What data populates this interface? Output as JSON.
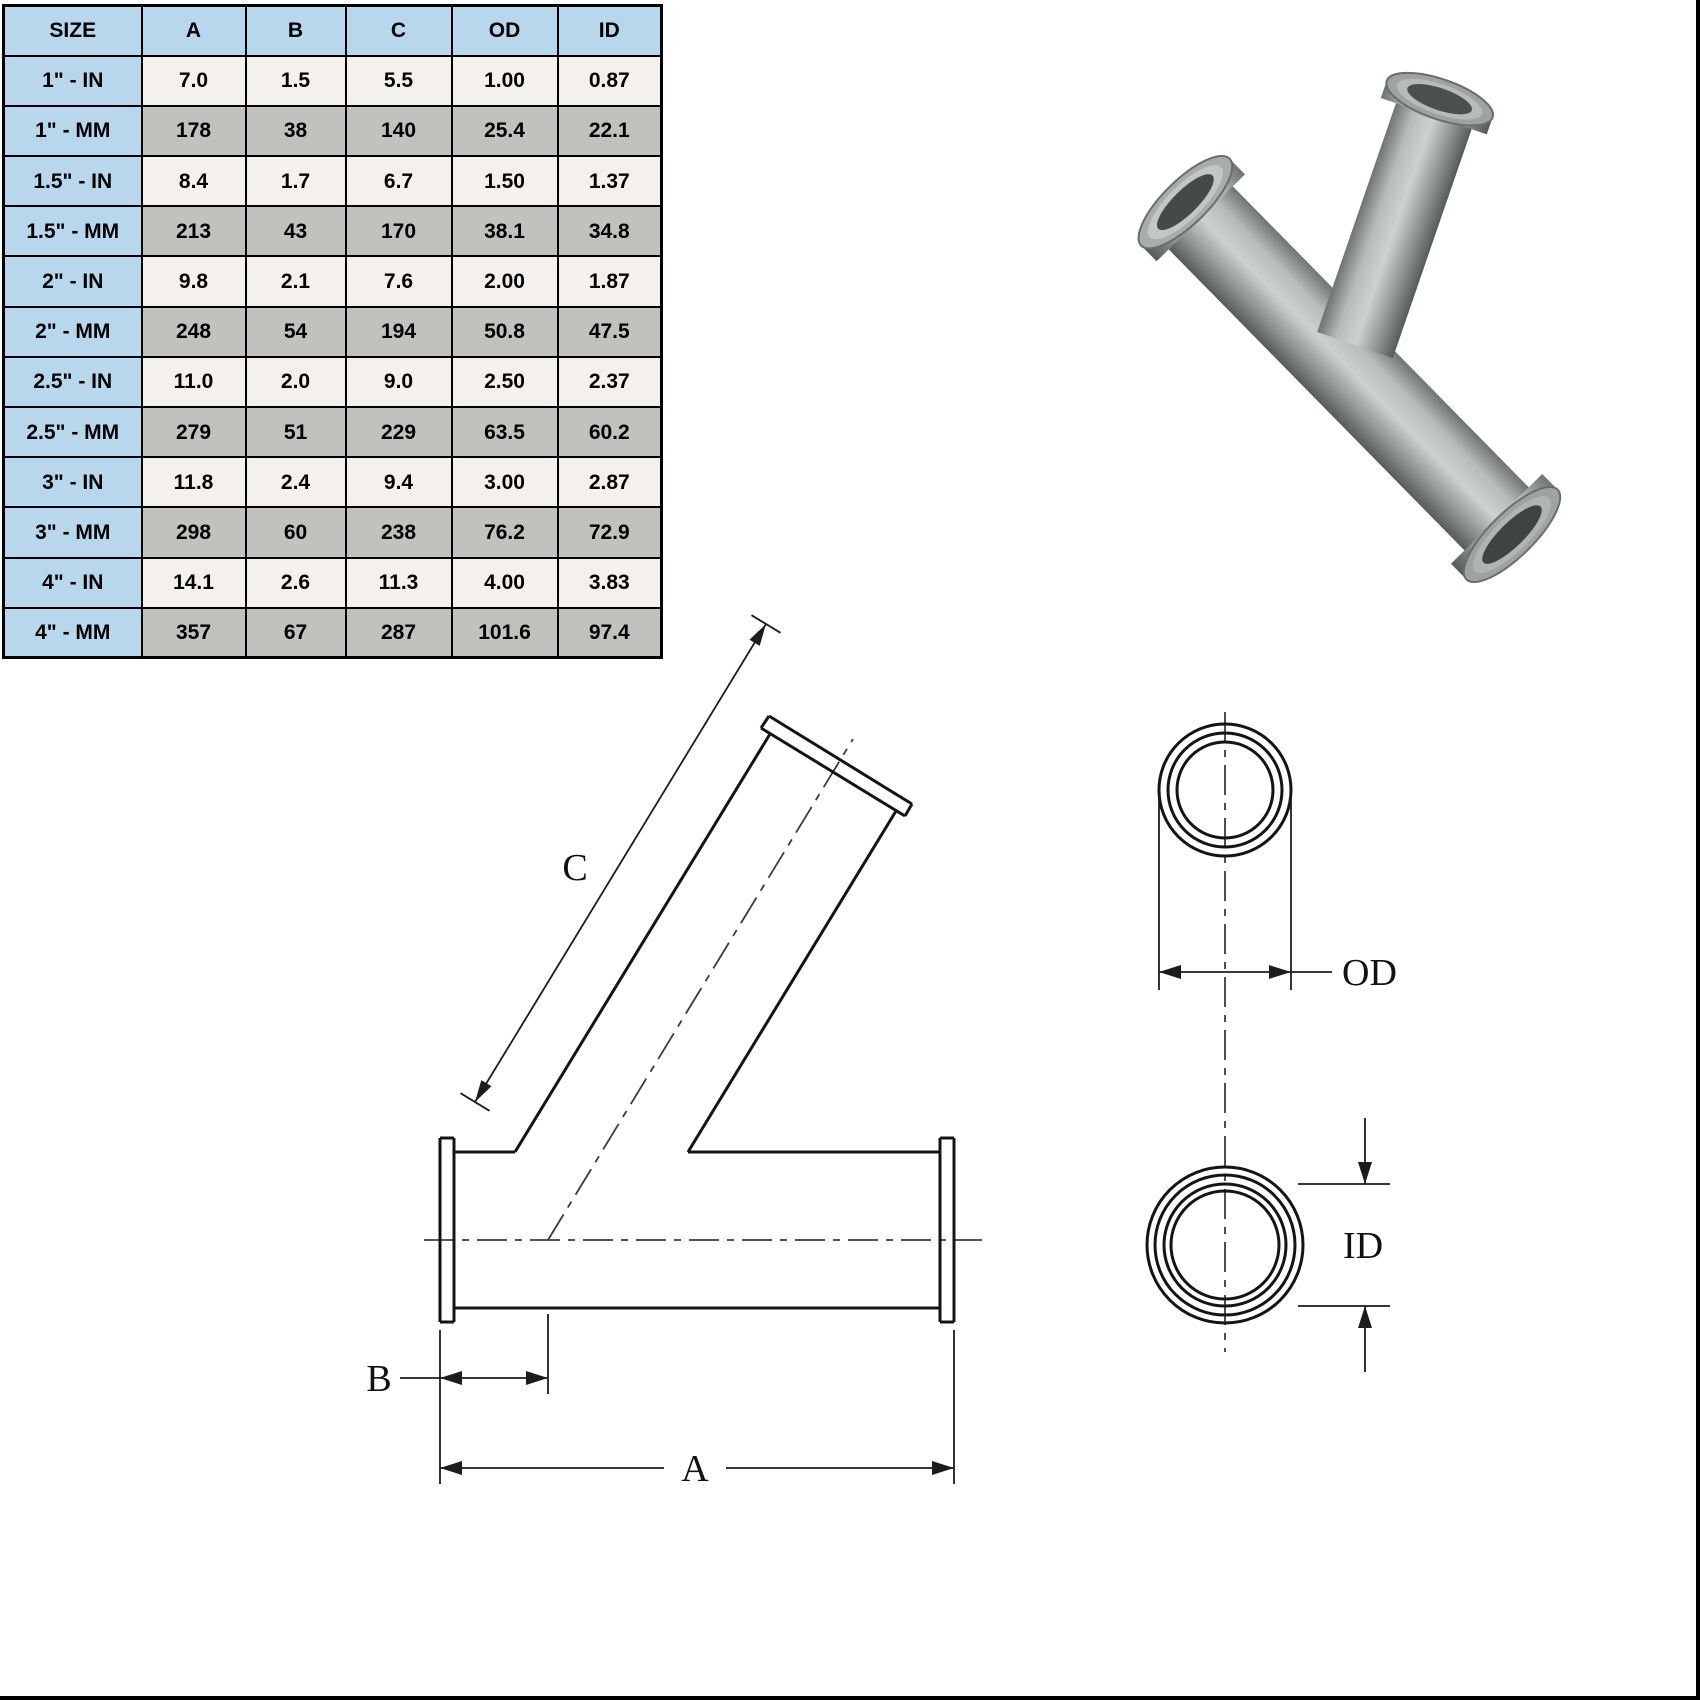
{
  "table": {
    "headers": [
      "SIZE",
      "A",
      "B",
      "C",
      "OD",
      "ID"
    ],
    "rows": [
      {
        "variant": "in",
        "cells": [
          "1\" - IN",
          "7.0",
          "1.5",
          "5.5",
          "1.00",
          "0.87"
        ]
      },
      {
        "variant": "mm",
        "cells": [
          "1\" - MM",
          "178",
          "38",
          "140",
          "25.4",
          "22.1"
        ]
      },
      {
        "variant": "in",
        "cells": [
          "1.5\" - IN",
          "8.4",
          "1.7",
          "6.7",
          "1.50",
          "1.37"
        ]
      },
      {
        "variant": "mm",
        "cells": [
          "1.5\" - MM",
          "213",
          "43",
          "170",
          "38.1",
          "34.8"
        ]
      },
      {
        "variant": "in",
        "cells": [
          "2\" - IN",
          "9.8",
          "2.1",
          "7.6",
          "2.00",
          "1.87"
        ]
      },
      {
        "variant": "mm",
        "cells": [
          "2\" - MM",
          "248",
          "54",
          "194",
          "50.8",
          "47.5"
        ]
      },
      {
        "variant": "in",
        "cells": [
          "2.5\" - IN",
          "11.0",
          "2.0",
          "9.0",
          "2.50",
          "2.37"
        ]
      },
      {
        "variant": "mm",
        "cells": [
          "2.5\" - MM",
          "279",
          "51",
          "229",
          "63.5",
          "60.2"
        ]
      },
      {
        "variant": "in",
        "cells": [
          "3\" - IN",
          "11.8",
          "2.4",
          "9.4",
          "3.00",
          "2.87"
        ]
      },
      {
        "variant": "mm",
        "cells": [
          "3\" - MM",
          "298",
          "60",
          "238",
          "76.2",
          "72.9"
        ]
      },
      {
        "variant": "in",
        "cells": [
          "4\" - IN",
          "14.1",
          "2.6",
          "11.3",
          "4.00",
          "3.83"
        ]
      },
      {
        "variant": "mm",
        "cells": [
          "4\" - MM",
          "357",
          "67",
          "287",
          "101.6",
          "97.4"
        ]
      }
    ]
  },
  "drawing_labels": {
    "a": "A",
    "b": "B",
    "c": "C"
  },
  "end_view_labels": {
    "od": "OD",
    "id": "ID"
  },
  "colors": {
    "header_bg": "#b9d7ec",
    "row_in_bg": "#f4f1ec",
    "row_mm_bg": "#c2c1be",
    "table_border": "#000000",
    "line": "#141414",
    "pipe_light": "#cdd1cf",
    "pipe_dark": "#585d5b"
  }
}
